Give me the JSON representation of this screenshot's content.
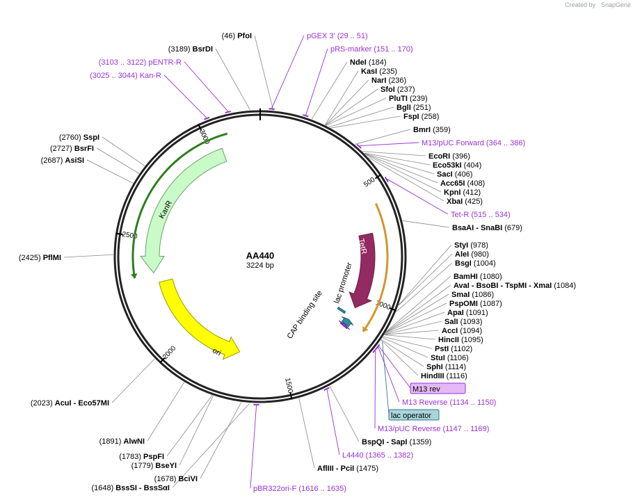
{
  "credit": {
    "created_by": "Created by",
    "brand": "SnapGene"
  },
  "plasmid": {
    "name": "AA440",
    "size": "3224 bp",
    "length": 3224
  },
  "ticks": [
    {
      "pos": 500,
      "label": "500"
    },
    {
      "pos": 1000,
      "label": "1000"
    },
    {
      "pos": 1500,
      "label": "1500"
    },
    {
      "pos": 2000,
      "label": "2000"
    },
    {
      "pos": 2500,
      "label": "2500"
    },
    {
      "pos": 3000,
      "label": "3000"
    }
  ],
  "features": [
    {
      "name": "KanR",
      "start": 2330,
      "end": 3090,
      "direction": "reverse",
      "color": "#c8fbc8",
      "border": "#6aa06a",
      "marker": "#2e7d1e"
    },
    {
      "name": "TetR",
      "start": 690,
      "end": 1060,
      "direction": "forward",
      "color": "#932a62",
      "border": "#6b1d47",
      "marker": "#d4962a"
    },
    {
      "name": "ori",
      "start": 1720,
      "end": 2290,
      "direction": "reverse",
      "color": "#ffff00",
      "border": "#999900",
      "marker": null
    },
    {
      "name": "lac promoter",
      "start": 1120,
      "end": 1135,
      "direction": "reverse",
      "color": "#2d8f9a",
      "border": "#1a5f66",
      "marker": null
    },
    {
      "name": "CAP binding site",
      "start": 1102,
      "end": 1112,
      "direction": "none",
      "color": "#2d8f9a",
      "border": "#1a5f66",
      "marker": null
    }
  ],
  "enzymes": [
    {
      "name": "PfoI",
      "coord": "(46)",
      "side": "left",
      "site": 46
    },
    {
      "name": "BsrDI",
      "coord": "(3189)",
      "side": "left",
      "site": 3189
    },
    {
      "name": "NdeI",
      "coord": "(184)",
      "side": "right",
      "site": 184
    },
    {
      "name": "KasI",
      "coord": "(235)",
      "side": "right",
      "site": 235
    },
    {
      "name": "NarI",
      "coord": "(236)",
      "side": "right",
      "site": 236
    },
    {
      "name": "SfoI",
      "coord": "(237)",
      "side": "right",
      "site": 237
    },
    {
      "name": "PluTI",
      "coord": "(239)",
      "side": "right",
      "site": 239
    },
    {
      "name": "BglI",
      "coord": "(251)",
      "side": "right",
      "site": 251
    },
    {
      "name": "FspI",
      "coord": "(258)",
      "side": "right",
      "site": 258
    },
    {
      "name": "BmrI",
      "coord": "(359)",
      "side": "right",
      "site": 359
    },
    {
      "name": "EcoRI",
      "coord": "(396)",
      "side": "right",
      "site": 396
    },
    {
      "name": "Eco53kI",
      "coord": "(404)",
      "side": "right",
      "site": 404
    },
    {
      "name": "SacI",
      "coord": "(406)",
      "side": "right",
      "site": 406
    },
    {
      "name": "Acc65I",
      "coord": "(408)",
      "side": "right",
      "site": 408
    },
    {
      "name": "KpnI",
      "coord": "(412)",
      "side": "right",
      "site": 412
    },
    {
      "name": "XbaI",
      "coord": "(425)",
      "side": "right",
      "site": 425
    },
    {
      "name": "BsaAI - SnaBI",
      "coord": "(679)",
      "side": "right",
      "site": 679
    },
    {
      "name": "StyI",
      "coord": "(978)",
      "side": "right",
      "site": 978
    },
    {
      "name": "AleI",
      "coord": "(980)",
      "side": "right",
      "site": 980
    },
    {
      "name": "BsgI",
      "coord": "(1004)",
      "side": "right",
      "site": 1004
    },
    {
      "name": "BamHI",
      "coord": "(1080)",
      "side": "right",
      "site": 1080
    },
    {
      "name": "AvaI - BsoBI - TspMI - XmaI",
      "coord": "(1084)",
      "side": "right",
      "site": 1084
    },
    {
      "name": "SmaI",
      "coord": "(1086)",
      "side": "right",
      "site": 1086
    },
    {
      "name": "PspOMI",
      "coord": "(1087)",
      "side": "right",
      "site": 1087
    },
    {
      "name": "ApaI",
      "coord": "(1091)",
      "side": "right",
      "site": 1091
    },
    {
      "name": "SalI",
      "coord": "(1093)",
      "side": "right",
      "site": 1093
    },
    {
      "name": "AccI",
      "coord": "(1094)",
      "side": "right",
      "site": 1094
    },
    {
      "name": "HincII",
      "coord": "(1095)",
      "side": "right",
      "site": 1095
    },
    {
      "name": "PstI",
      "coord": "(1102)",
      "side": "right",
      "site": 1102
    },
    {
      "name": "StuI",
      "coord": "(1106)",
      "side": "right",
      "site": 1106
    },
    {
      "name": "SphI",
      "coord": "(1114)",
      "side": "right",
      "site": 1114
    },
    {
      "name": "HindIII",
      "coord": "(1116)",
      "side": "right",
      "site": 1116
    },
    {
      "name": "BspQI - SapI",
      "coord": "(1359)",
      "side": "right",
      "site": 1359
    },
    {
      "name": "AflIII - PciI",
      "coord": "(1475)",
      "side": "right",
      "site": 1475
    },
    {
      "name": "BssSI - BssSαI",
      "coord": "(1648)",
      "side": "left",
      "site": 1648
    },
    {
      "name": "BciVI",
      "coord": "(1678)",
      "side": "left",
      "site": 1678
    },
    {
      "name": "BseYI",
      "coord": "(1779)",
      "side": "left",
      "site": 1779
    },
    {
      "name": "PspFI",
      "coord": "(1783)",
      "side": "left",
      "site": 1783
    },
    {
      "name": "AlwNI",
      "coord": "(1891)",
      "side": "left",
      "site": 1891
    },
    {
      "name": "AcuI - Eco57MI",
      "coord": "(2023)",
      "side": "left",
      "site": 2023
    },
    {
      "name": "PflMI",
      "coord": "(2425)",
      "side": "left",
      "site": 2425
    },
    {
      "name": "AsiSI",
      "coord": "(2687)",
      "side": "left",
      "site": 2687
    },
    {
      "name": "BsrFI",
      "coord": "(2727)",
      "side": "left",
      "site": 2727
    },
    {
      "name": "SspI",
      "coord": "(2760)",
      "side": "left",
      "site": 2760
    }
  ],
  "primers": [
    {
      "name": "pGEX 3'",
      "range": "(29 .. 51)",
      "site": 40
    },
    {
      "name": "pRS-marker",
      "range": "(151 .. 170)",
      "site": 160
    },
    {
      "name": "pENTR-R",
      "range": "(3103 .. 3122)",
      "site": 3112
    },
    {
      "name": "Kan-R",
      "range": "(3025 .. 3044)",
      "site": 3035
    },
    {
      "name": "M13/pUC Forward",
      "range": "(364 .. 386)",
      "site": 375
    },
    {
      "name": "Tet-R",
      "range": "(515 .. 534)",
      "site": 525
    },
    {
      "name": "M13 Reverse",
      "range": "(1134 .. 1150)",
      "site": 1142
    },
    {
      "name": "M13/pUC Reverse",
      "range": "(1147 .. 1169)",
      "site": 1158
    },
    {
      "name": "L4440",
      "range": "(1365 .. 1382)",
      "site": 1373
    },
    {
      "name": "pBR322ori-F",
      "range": "(1616 .. 1635)",
      "site": 1625
    }
  ],
  "boxed_labels": [
    {
      "text": "M13 rev",
      "color": "#e4b8f5",
      "border": "#9b30d9"
    },
    {
      "text": "lac operator",
      "color": "#a9d4da",
      "border": "#2d7b86"
    }
  ]
}
